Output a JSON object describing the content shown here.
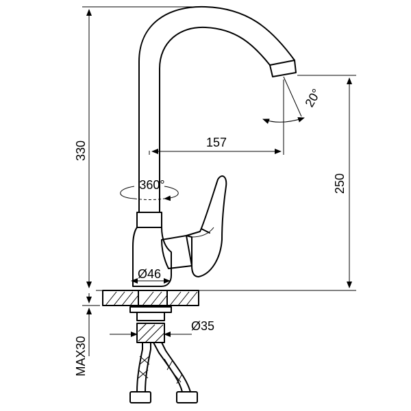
{
  "diagram": {
    "dimensions": {
      "total_height": "330",
      "spout_reach": "157",
      "spout_height": "250",
      "swivel_angle": "360°",
      "aerator_tilt": "20°",
      "base_diameter": "Ø46",
      "shank_diameter": "Ø35",
      "max_deck_thickness": "MAX30"
    }
  }
}
